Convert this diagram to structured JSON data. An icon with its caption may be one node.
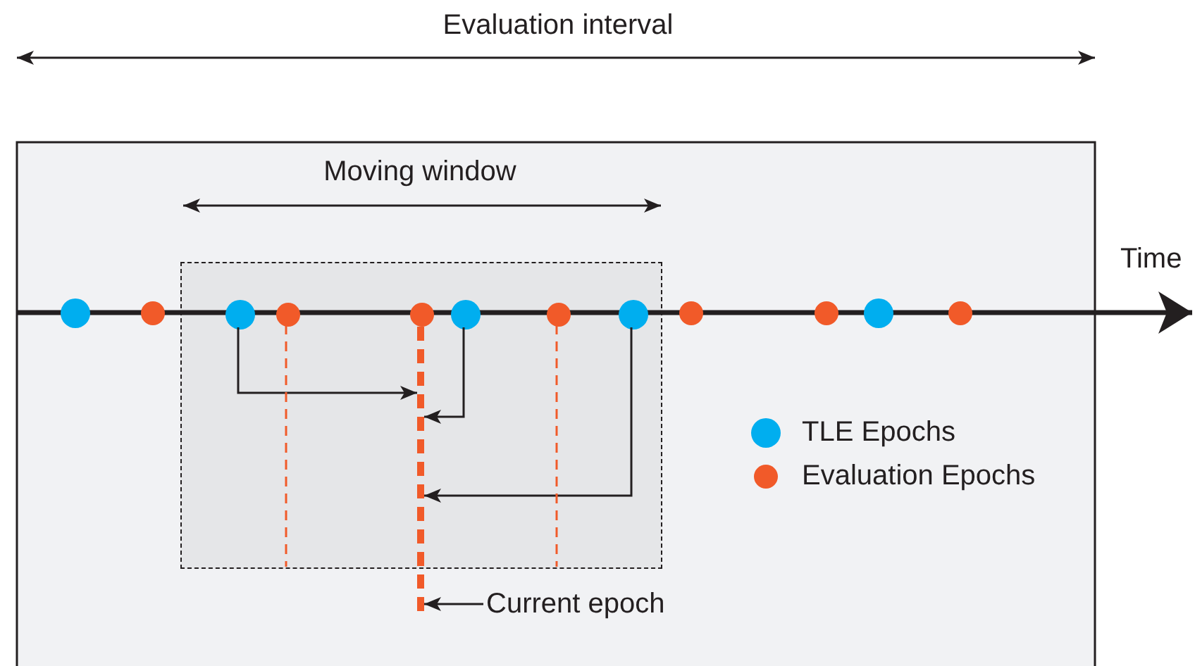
{
  "diagram": {
    "nodes": [
      {
        "text": [],
        "shape": "circle"
      },
      {
        "text": [],
        "shape": "circle"
      },
      {
        "text": [],
        "shape": "box"
      },
      {
        "text": [],
        "shape": "circle",
        "in": 2
      },
      {
        "text": [],
        "shape": "circle",
        "in": 2
      },
      {
        "text": [],
        "shape": "circle",
        "in": 2
      },
      {
        "text": [],
        "shape": "circle",
        "in": 2
      },
      {
        "text": [],
        "shape": "circle",
        "in": 2
      },
      {
        "text": [],
        "shape": "circle",
        "in": 2
      },
      {
        "text": [],
        "shape": "circle"
      },
      {
        "text": [],
        "shape": "circle"
      },
      {
        "text": [],
        "shape": "circle"
      },
      {
        "text": [],
        "shape": "circle"
      },
      {
        "text": [],
        "shape": "bar"
      },
      {
        "text": [
          "Current epoch"
        ]
      }
    ],
    "edges": [
      {
        "from": 3,
        "to": 13,
        "arrow": "to"
      },
      {
        "from": 6,
        "to": 13,
        "arrow": "to"
      },
      {
        "from": 8,
        "to": 13,
        "arrow": "to"
      },
      {
        "from": 14,
        "to": 13,
        "arrow": "to"
      },
      {
        "from": 4,
        "to": 2,
        "arrow": "none",
        "style": "dashed",
        "color": "#f15a29"
      },
      {
        "from": 7,
        "to": 2,
        "arrow": "none",
        "style": "dashed",
        "color": "#f15a29"
      }
    ],
    "labels": [
      "Evaluation interval",
      "Moving window",
      "Time"
    ],
    "legend": [
      {
        "text": "TLE Epochs",
        "color": "#00aeef"
      },
      {
        "text": "Evaluation Epochs",
        "color": "#f15a29"
      }
    ]
  }
}
